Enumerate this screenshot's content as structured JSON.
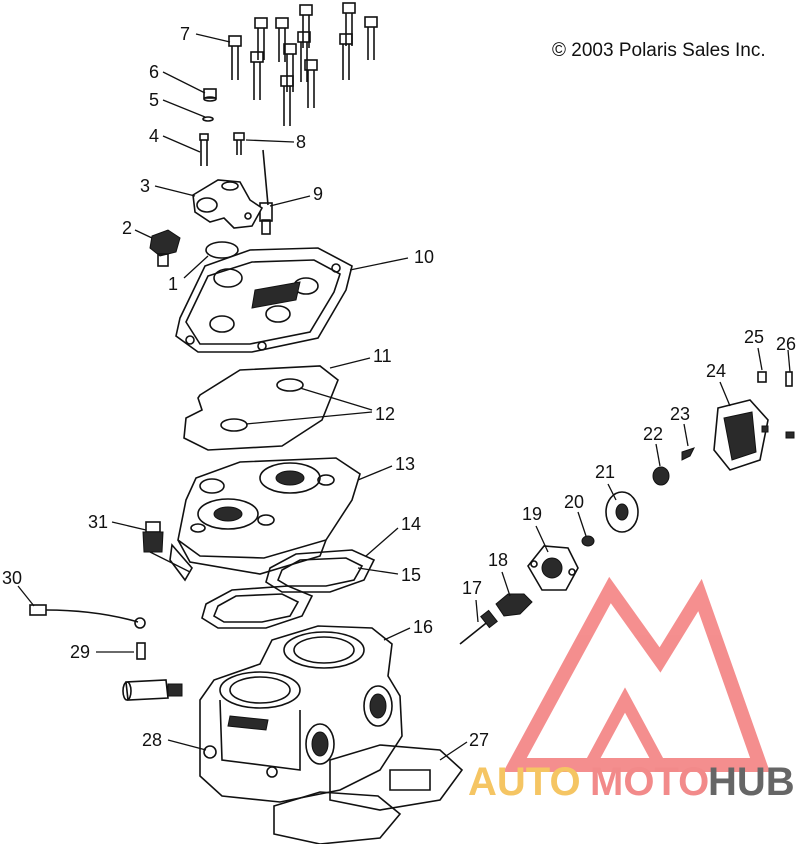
{
  "copyright": "© 2003 Polaris Sales Inc.",
  "watermark": {
    "part1": "AUTO",
    "part2": "MOTO",
    "part3": "HUB",
    "colors": {
      "auto": "#f5c563",
      "moto": "#f28a8a",
      "hub": "#666666",
      "logo": "#f37b7b"
    }
  },
  "callouts": [
    {
      "id": "1",
      "label": "1"
    },
    {
      "id": "2",
      "label": "2"
    },
    {
      "id": "3",
      "label": "3"
    },
    {
      "id": "4",
      "label": "4"
    },
    {
      "id": "5",
      "label": "5"
    },
    {
      "id": "6",
      "label": "6"
    },
    {
      "id": "7",
      "label": "7"
    },
    {
      "id": "8",
      "label": "8"
    },
    {
      "id": "9",
      "label": "9"
    },
    {
      "id": "10",
      "label": "10"
    },
    {
      "id": "11",
      "label": "11"
    },
    {
      "id": "12",
      "label": "12"
    },
    {
      "id": "13",
      "label": "13"
    },
    {
      "id": "14",
      "label": "14"
    },
    {
      "id": "15",
      "label": "15"
    },
    {
      "id": "16",
      "label": "16"
    },
    {
      "id": "17",
      "label": "17"
    },
    {
      "id": "18",
      "label": "18"
    },
    {
      "id": "19",
      "label": "19"
    },
    {
      "id": "20",
      "label": "20"
    },
    {
      "id": "21",
      "label": "21"
    },
    {
      "id": "22",
      "label": "22"
    },
    {
      "id": "23",
      "label": "23"
    },
    {
      "id": "24",
      "label": "24"
    },
    {
      "id": "25",
      "label": "25"
    },
    {
      "id": "26",
      "label": "26"
    },
    {
      "id": "27",
      "label": "27"
    },
    {
      "id": "28",
      "label": "28"
    },
    {
      "id": "29",
      "label": "29"
    },
    {
      "id": "30",
      "label": "30"
    },
    {
      "id": "31",
      "label": "31"
    }
  ]
}
